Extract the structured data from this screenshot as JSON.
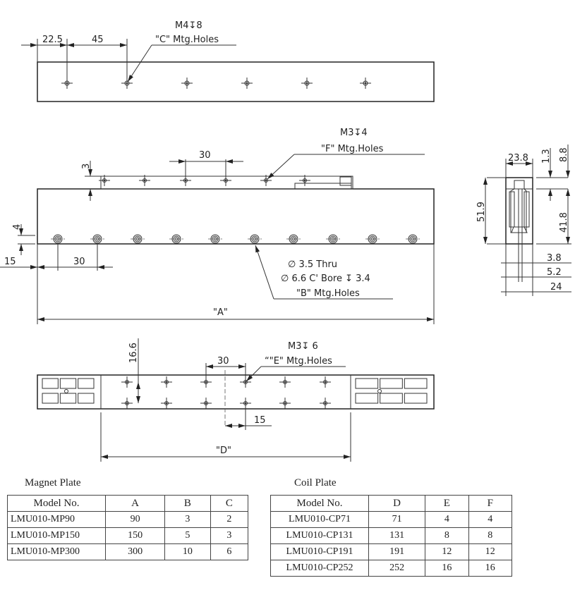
{
  "top_view": {
    "dim_1": "22.5",
    "dim_2": "45",
    "thread_spec": "M4↧8",
    "holes_label": "\"C\" Mtg.Holes"
  },
  "front_view": {
    "coil_pitch": "30",
    "coil_offset": "3",
    "f_thread_spec": "M3↧4",
    "f_holes_label": "\"F\" Mtg.Holes",
    "hole_height": "4",
    "edge_offset": "15",
    "hole_pitch": "30",
    "b_spec_1": "∅ 3.5 Thru",
    "b_spec_2": "∅ 6.6 C' Bore ↧ 3.4",
    "b_holes_label": "\"B\" Mtg.Holes",
    "length_label": "\"A\""
  },
  "side_view": {
    "width": "23.8",
    "dim_1_3": "1.3",
    "dim_8_8": "8.8",
    "height": "51.9",
    "dim_41_8": "41.8",
    "dim_3_8": "3.8",
    "dim_5_2": "5.2",
    "dim_24": "24"
  },
  "bottom_view": {
    "row_spacing": "16.6",
    "pitch": "30",
    "e_thread_spec": "M3↧ 6",
    "e_holes_label": "“\"E\" Mtg.Holes",
    "center_offset": "15",
    "length_label": "\"D\""
  },
  "magnet_table": {
    "title": "Magnet Plate",
    "headers": [
      "Model No.",
      "A",
      "B",
      "C"
    ],
    "rows": [
      [
        "LMU010-MP90",
        "90",
        "3",
        "2"
      ],
      [
        "LMU010-MP150",
        "150",
        "5",
        "3"
      ],
      [
        "LMU010-MP300",
        "300",
        "10",
        "6"
      ]
    ]
  },
  "coil_table": {
    "title": "Coil Plate",
    "headers": [
      "Model No.",
      "D",
      "E",
      "F"
    ],
    "rows": [
      [
        "LMU010-CP71",
        "71",
        "4",
        "4"
      ],
      [
        "LMU010-CP131",
        "131",
        "8",
        "8"
      ],
      [
        "LMU010-CP191",
        "191",
        "12",
        "12"
      ],
      [
        "LMU010-CP252",
        "252",
        "16",
        "16"
      ]
    ]
  }
}
